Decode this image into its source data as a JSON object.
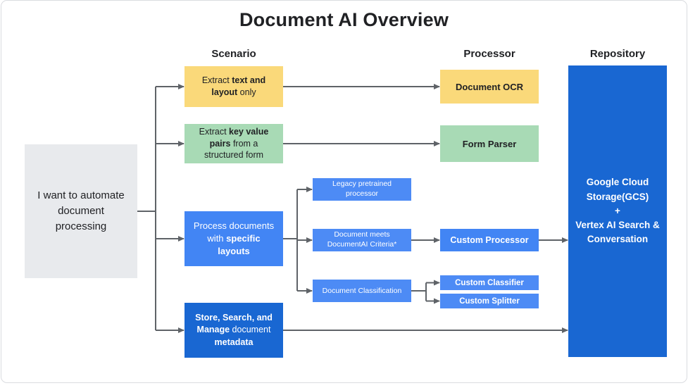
{
  "title": "Document AI Overview",
  "columns": {
    "scenario": "Scenario",
    "processor": "Processor",
    "repository": "Repository"
  },
  "colors": {
    "yellow": "#FAD97A",
    "green": "#A8DAB5",
    "blue": "#4285F4",
    "blue_light": "#4D8BF5",
    "dark_blue": "#1967D2",
    "gray_box": "#E8EAED",
    "line": "#5F6368",
    "text_dark": "#202124",
    "border": "#DADCE0"
  },
  "nodes": {
    "intent": {
      "text": "I want to automate document processing"
    },
    "scenario_extract_text": {
      "p1": "Extract ",
      "b1": "text and layout",
      "p2": " only"
    },
    "scenario_extract_kv": {
      "p1": "Extract ",
      "b1": "key value pairs",
      "p2": " from a structured form"
    },
    "scenario_specific_layouts": {
      "p1": "Process documents with ",
      "b1": "specific layouts"
    },
    "scenario_store_search": {
      "b1": "Store, Search, and Manage",
      "p2": " document ",
      "b2": "metadata"
    },
    "legacy_pretrained": {
      "text": "Legacy pretrained processor"
    },
    "meets_criteria": {
      "text": "Document meets DocumentAI Criteria*"
    },
    "doc_classification": {
      "text": "Document Classification"
    },
    "document_ocr": {
      "text": "Document OCR"
    },
    "form_parser": {
      "text": "Form Parser"
    },
    "custom_processor": {
      "text": "Custom Processor"
    },
    "custom_classifier": {
      "text": "Custom Classifier"
    },
    "custom_splitter": {
      "text": "Custom Splitter"
    },
    "repository": {
      "line1": "Google Cloud Storage(GCS)",
      "line2": "+",
      "line3": "Vertex AI Search & Conversation"
    }
  }
}
